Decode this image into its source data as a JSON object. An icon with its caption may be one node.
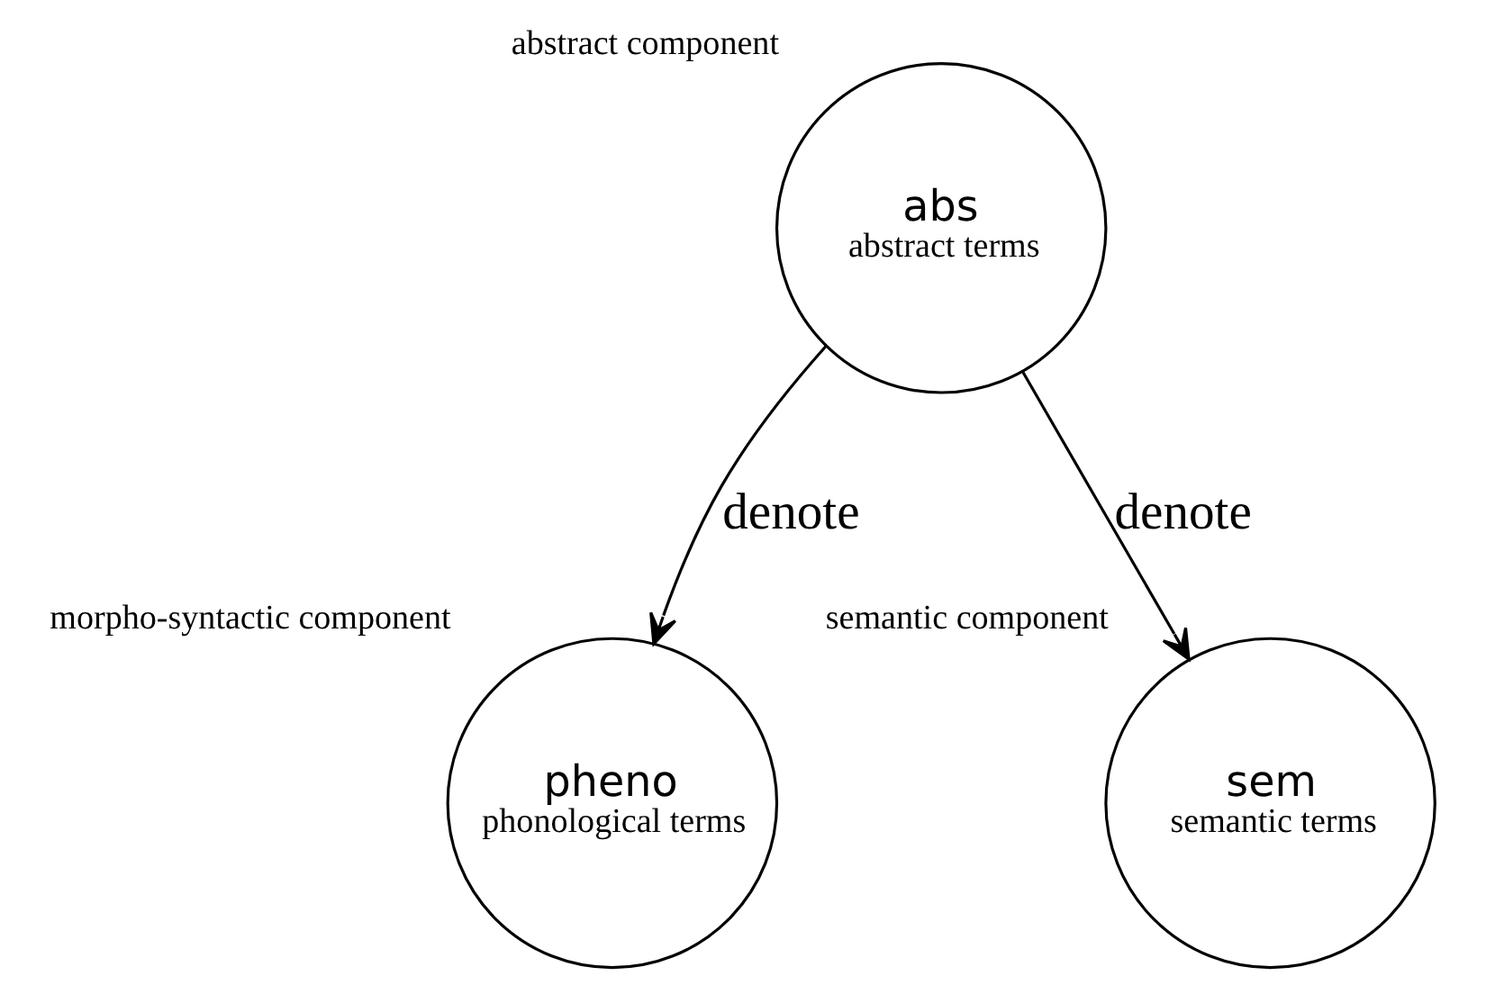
{
  "diagram": {
    "nodes": [
      {
        "text": [
          "abs",
          "abstract terms"
        ],
        "beside": [
          "abstract component"
        ]
      },
      {
        "text": [
          "pheno",
          "phonological terms"
        ],
        "beside": [
          "morpho-syntactic component"
        ]
      },
      {
        "text": [
          "sem",
          "semantic terms"
        ],
        "beside": [
          "semantic component"
        ]
      }
    ],
    "edges": [
      {
        "from": 0,
        "to": 1,
        "arrow": "to",
        "label": "denote"
      },
      {
        "from": 0,
        "to": 2,
        "arrow": "to",
        "label": "denote"
      }
    ]
  }
}
